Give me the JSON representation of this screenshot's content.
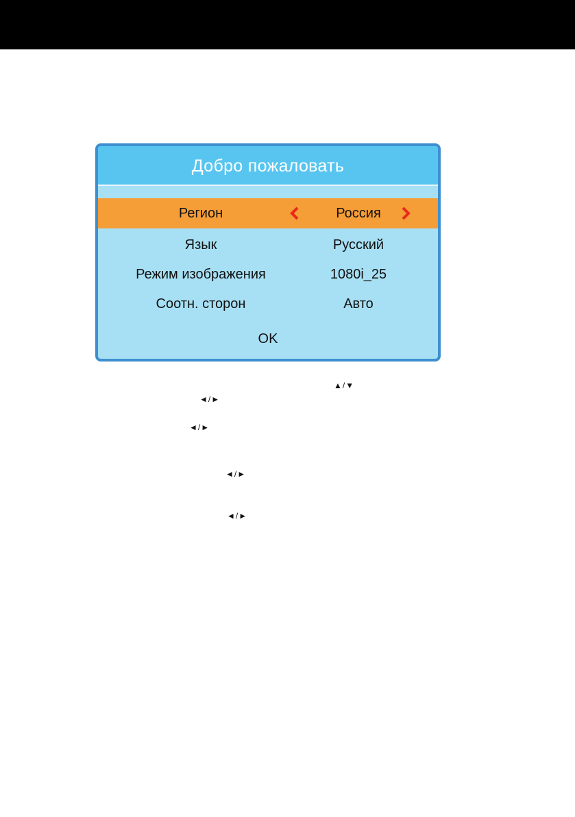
{
  "dialog": {
    "title": "Добро пожаловать",
    "rows": [
      {
        "label": "Регион",
        "value": "Россия",
        "selected": true
      },
      {
        "label": "Язык",
        "value": "Русский",
        "selected": false
      },
      {
        "label": "Режим изображения",
        "value": "1080i_25",
        "selected": false
      },
      {
        "label": "Соотн. сторон",
        "value": "Авто",
        "selected": false
      }
    ],
    "ok_label": "OK"
  },
  "hints": {
    "up_down": "▲/▼",
    "left_right_1": "◄/►",
    "left_right_2": "◄/►",
    "left_right_3": "◄/►",
    "left_right_4": "◄/►"
  },
  "colors": {
    "header": "#57c5ef",
    "panel": "#a7e0f4",
    "border": "#3d8fd0",
    "selected_row": "#f59d36",
    "arrow": "#e8291c",
    "top_bar": "#000000"
  }
}
